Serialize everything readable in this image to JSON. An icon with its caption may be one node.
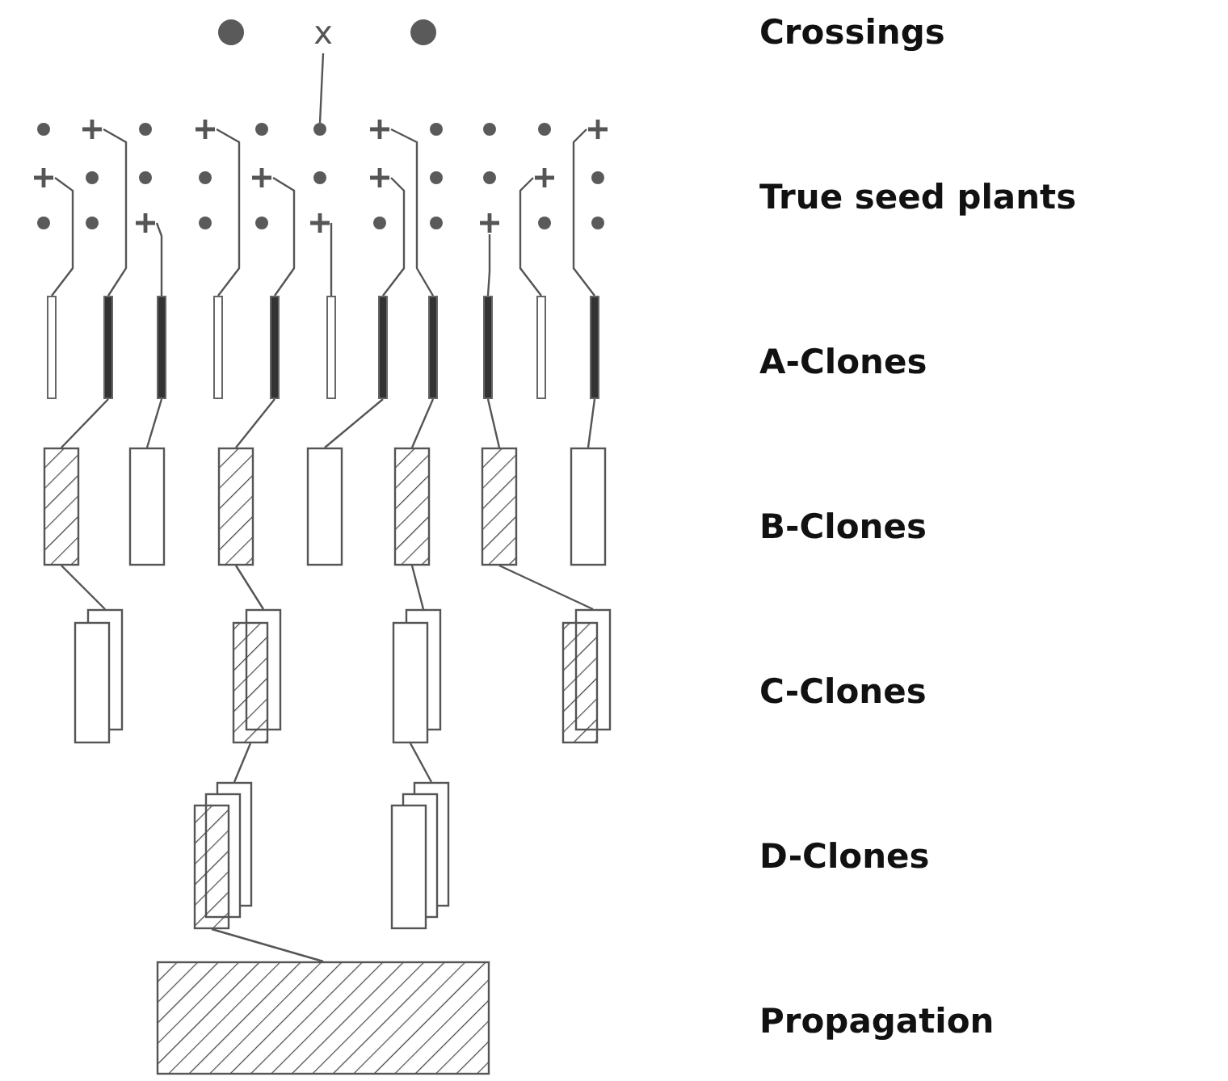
{
  "diagram": {
    "nodes": [
      {
        "text": [],
        "shape": "circle"
      },
      {
        "text": [
          "x"
        ]
      },
      {
        "text": [],
        "shape": "circle"
      },
      {
        "text": [],
        "shape": "circle"
      },
      {
        "text": [],
        "shape": "cross"
      },
      {
        "text": [],
        "shape": "circle"
      },
      {
        "text": [],
        "shape": "cross"
      },
      {
        "text": [],
        "shape": "circle"
      },
      {
        "text": [],
        "shape": "circle"
      },
      {
        "text": [],
        "shape": "cross"
      },
      {
        "text": [],
        "shape": "circle"
      },
      {
        "text": [],
        "shape": "circle"
      },
      {
        "text": [],
        "shape": "circle"
      },
      {
        "text": [],
        "shape": "cross"
      },
      {
        "text": [],
        "shape": "cross"
      },
      {
        "text": [],
        "shape": "circle"
      },
      {
        "text": [],
        "shape": "circle"
      },
      {
        "text": [],
        "shape": "circle"
      },
      {
        "text": [],
        "shape": "cross"
      },
      {
        "text": [],
        "shape": "circle"
      },
      {
        "text": [],
        "shape": "cross"
      },
      {
        "text": [],
        "shape": "circle"
      },
      {
        "text": [],
        "shape": "circle"
      },
      {
        "text": [],
        "shape": "cross"
      },
      {
        "text": [],
        "shape": "circle"
      },
      {
        "text": [],
        "shape": "circle"
      },
      {
        "text": [],
        "shape": "circle"
      },
      {
        "text": [],
        "shape": "cross"
      },
      {
        "text": [],
        "shape": "circle"
      },
      {
        "text": [],
        "shape": "circle"
      },
      {
        "text": [],
        "shape": "cross"
      },
      {
        "text": [],
        "shape": "circle"
      },
      {
        "text": [],
        "shape": "circle"
      },
      {
        "text": [],
        "shape": "cross"
      },
      {
        "text": [],
        "shape": "circle"
      },
      {
        "text": [],
        "shape": "circle"
      },
      {
        "text": [],
        "shape": "bar"
      },
      {
        "text": [],
        "shape": "bar"
      },
      {
        "text": [],
        "shape": "bar"
      },
      {
        "text": [],
        "shape": "bar"
      },
      {
        "text": [],
        "shape": "bar"
      },
      {
        "text": [],
        "shape": "bar"
      },
      {
        "text": [],
        "shape": "bar"
      },
      {
        "text": [],
        "shape": "bar"
      },
      {
        "text": [],
        "shape": "bar"
      },
      {
        "text": [],
        "shape": "bar"
      },
      {
        "text": [],
        "shape": "bar"
      },
      {
        "text": [],
        "shape": "box"
      },
      {
        "text": [],
        "shape": "box"
      },
      {
        "text": [],
        "shape": "box"
      },
      {
        "text": [],
        "shape": "box"
      },
      {
        "text": [],
        "shape": "box"
      },
      {
        "text": [],
        "shape": "box"
      },
      {
        "text": [],
        "shape": "box"
      },
      {
        "text": [],
        "shape": "box"
      },
      {
        "text": [],
        "shape": "box"
      },
      {
        "text": [],
        "shape": "box"
      },
      {
        "text": [],
        "shape": "box"
      },
      {
        "text": [],
        "shape": "box"
      },
      {
        "text": [],
        "shape": "box"
      },
      {
        "text": [],
        "shape": "box"
      }
    ],
    "edges": [
      {
        "from": 1,
        "to": 8,
        "arrow": "none"
      },
      {
        "from": 14,
        "to": 36,
        "arrow": "none"
      },
      {
        "from": 4,
        "to": 37,
        "arrow": "none"
      },
      {
        "from": 27,
        "to": 38,
        "arrow": "none"
      },
      {
        "from": 6,
        "to": 39,
        "arrow": "none"
      },
      {
        "from": 18,
        "to": 40,
        "arrow": "none"
      },
      {
        "from": 30,
        "to": 41,
        "arrow": "none"
      },
      {
        "from": 20,
        "to": 42,
        "arrow": "none"
      },
      {
        "from": 9,
        "to": 43,
        "arrow": "none"
      },
      {
        "from": 33,
        "to": 44,
        "arrow": "none"
      },
      {
        "from": 23,
        "to": 45,
        "arrow": "none"
      },
      {
        "from": 13,
        "to": 46,
        "arrow": "none"
      },
      {
        "from": 37,
        "to": 47,
        "arrow": "none"
      },
      {
        "from": 38,
        "to": 48,
        "arrow": "none"
      },
      {
        "from": 40,
        "to": 49,
        "arrow": "none"
      },
      {
        "from": 42,
        "to": 50,
        "arrow": "none"
      },
      {
        "from": 43,
        "to": 51,
        "arrow": "none"
      },
      {
        "from": 44,
        "to": 52,
        "arrow": "none"
      },
      {
        "from": 46,
        "to": 53,
        "arrow": "none"
      },
      {
        "from": 47,
        "to": 54,
        "arrow": "none"
      },
      {
        "from": 49,
        "to": 55,
        "arrow": "none"
      },
      {
        "from": 51,
        "to": 56,
        "arrow": "none"
      },
      {
        "from": 52,
        "to": 57,
        "arrow": "none"
      },
      {
        "from": 55,
        "to": 58,
        "arrow": "none"
      },
      {
        "from": 56,
        "to": 59,
        "arrow": "none"
      },
      {
        "from": 58,
        "to": 60,
        "arrow": "none"
      }
    ],
    "labels": [
      "Crossings",
      "True seed plants",
      "A-Clones",
      "B-Clones",
      "C-Clones",
      "D-Clones",
      "Propagation"
    ]
  }
}
